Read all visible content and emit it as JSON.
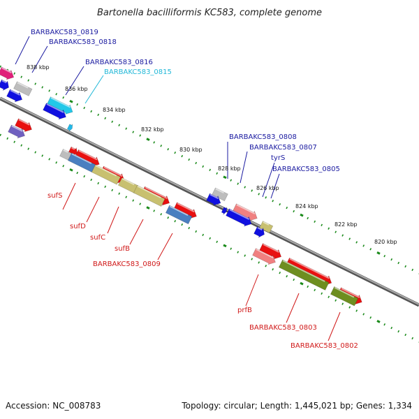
{
  "title": "Bartonella bacilliformis KC583, complete genome",
  "footer": {
    "accession": "Accession: NC_008783",
    "stats": "Topology: circular; Length: 1,445,021 bp; Genes: 1,334"
  },
  "colors": {
    "backbone": "#7a7a7a",
    "tick": "#1a8a1a",
    "label_blue": "#1a1aa0",
    "label_cyan": "#22b8d8",
    "label_red": "#d01818"
  },
  "kbp_ticks": [
    "838 kbp",
    "836 kbp",
    "834 kbp",
    "832 kbp",
    "830 kbp",
    "828 kbp",
    "826 kbp",
    "824 kbp",
    "822 kbp",
    "820 kbp"
  ],
  "gene_labels": {
    "g0819": "BARBAKC583_0819",
    "g0818": "BARBAKC583_0818",
    "g0816": "BARBAKC583_0816",
    "g0815": "BARBAKC583_0815",
    "g0808": "BARBAKC583_0808",
    "g0807": "BARBAKC583_0807",
    "tyrS": "tyrS",
    "g0805": "BARBAKC583_0805",
    "sufS": "sufS",
    "sufD": "sufD",
    "sufC": "sufC",
    "sufB": "sufB",
    "g0809": "BARBAKC583_0809",
    "prfB": "prfB",
    "g0803": "BARBAKC583_0803",
    "g0802": "BARBAKC583_0802"
  }
}
